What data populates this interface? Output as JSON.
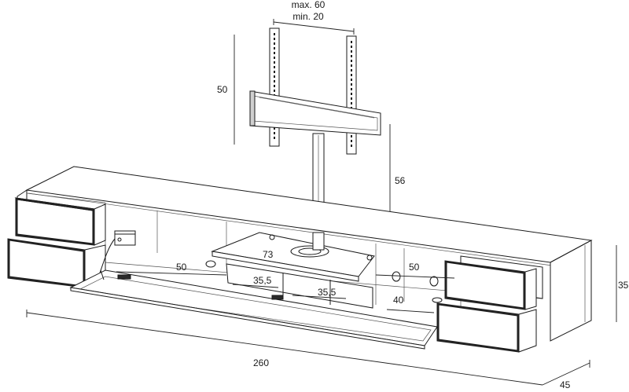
{
  "dimensions": {
    "bracket_max": "max. 60",
    "bracket_min": "min. 20",
    "mount_height": "50",
    "pole_height": "56",
    "shelf_width": "73",
    "left_compartment": "50",
    "right_compartment": "50",
    "inner_left": "35,5",
    "inner_right": "35,5",
    "right_depth": "40",
    "cabinet_height": "35",
    "cabinet_width": "260",
    "cabinet_depth": "45"
  }
}
